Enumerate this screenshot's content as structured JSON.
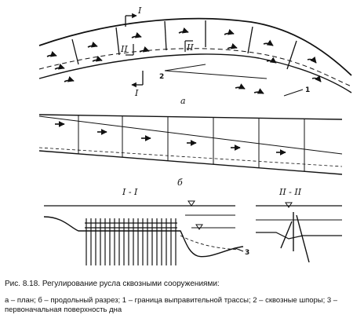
{
  "labels": {
    "section_I": "I",
    "section_II": "II",
    "plan": "а",
    "profile": "б",
    "section_I_title": "I - I",
    "section_II_title": "II - II",
    "callout_1": "1",
    "callout_2": "2",
    "callout_3": "3"
  },
  "caption": {
    "title": "Рис. 8.18. Регулирование русла сквозными сооружениями:",
    "legend": "а – план; б – продольный разрез; 1 – граница выправительной трассы; 2 – сквозные шпоры; 3 – первоначальная поверхность дна"
  }
}
